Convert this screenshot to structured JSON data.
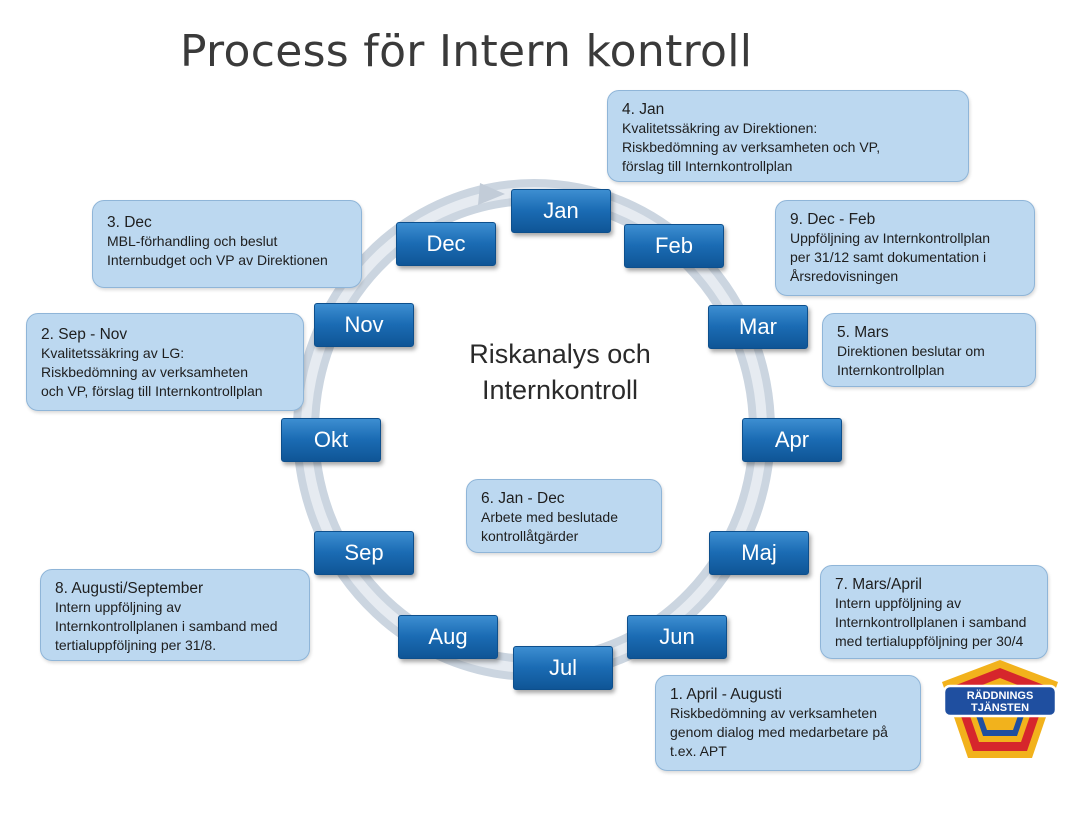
{
  "title": "Process för Intern kontroll",
  "center_label": [
    "Riskanalys och",
    "Internkontroll"
  ],
  "months": {
    "jan": "Jan",
    "feb": "Feb",
    "mar": "Mar",
    "apr": "Apr",
    "maj": "Maj",
    "jun": "Jun",
    "jul": "Jul",
    "aug": "Aug",
    "sep": "Sep",
    "okt": "Okt",
    "nov": "Nov",
    "dec": "Dec"
  },
  "notes": {
    "n4": {
      "head": "4. Jan",
      "lines": [
        "Kvalitetssäkring av Direktionen:",
        "Riskbedömning av verksamheten och VP,",
        "förslag till Internkontrollplan"
      ]
    },
    "n3": {
      "head": "3. Dec",
      "lines": [
        "MBL-förhandling och beslut",
        "Internbudget och VP av Direktionen"
      ]
    },
    "n9": {
      "head": "9. Dec - Feb",
      "lines": [
        "Uppföljning av Internkontrollplan",
        "per 31/12 samt dokumentation i",
        "Årsredovisningen"
      ]
    },
    "n2": {
      "head": "2. Sep - Nov",
      "lines": [
        "Kvalitetssäkring av LG:",
        "Riskbedömning av verksamheten",
        "och VP, förslag till Internkontrollplan"
      ]
    },
    "n5": {
      "head": "5. Mars",
      "lines": [
        "Direktionen beslutar om",
        "Internkontrollplan"
      ]
    },
    "n6": {
      "head": "6. Jan - Dec",
      "lines": [
        "Arbete med beslutade",
        "kontrollåtgärder"
      ]
    },
    "n8": {
      "head": "8. Augusti/September",
      "lines": [
        "Intern uppföljning av",
        "Internkontrollplanen i samband med",
        "tertialuppföljning per 31/8."
      ]
    },
    "n7": {
      "head": "7. Mars/April",
      "lines": [
        "Intern uppföljning av",
        "Internkontrollplanen i samband",
        "med tertialuppföljning per 30/4"
      ]
    },
    "n1": {
      "head": "1. April - Augusti",
      "lines": [
        "Riskbedömning av verksamheten",
        "genom dialog med medarbetare på",
        "t.ex. APT"
      ]
    }
  },
  "logo": {
    "text": [
      "RÄDDNINGS",
      "TJÄNSTEN"
    ],
    "colors": {
      "red": "#d6262c",
      "blue": "#1f4fa0",
      "gold": "#f2b21c"
    }
  },
  "colors": {
    "month_box": "#1b6cb4",
    "note_fill": "#bcd8f0",
    "ring": "#c9d3df"
  }
}
